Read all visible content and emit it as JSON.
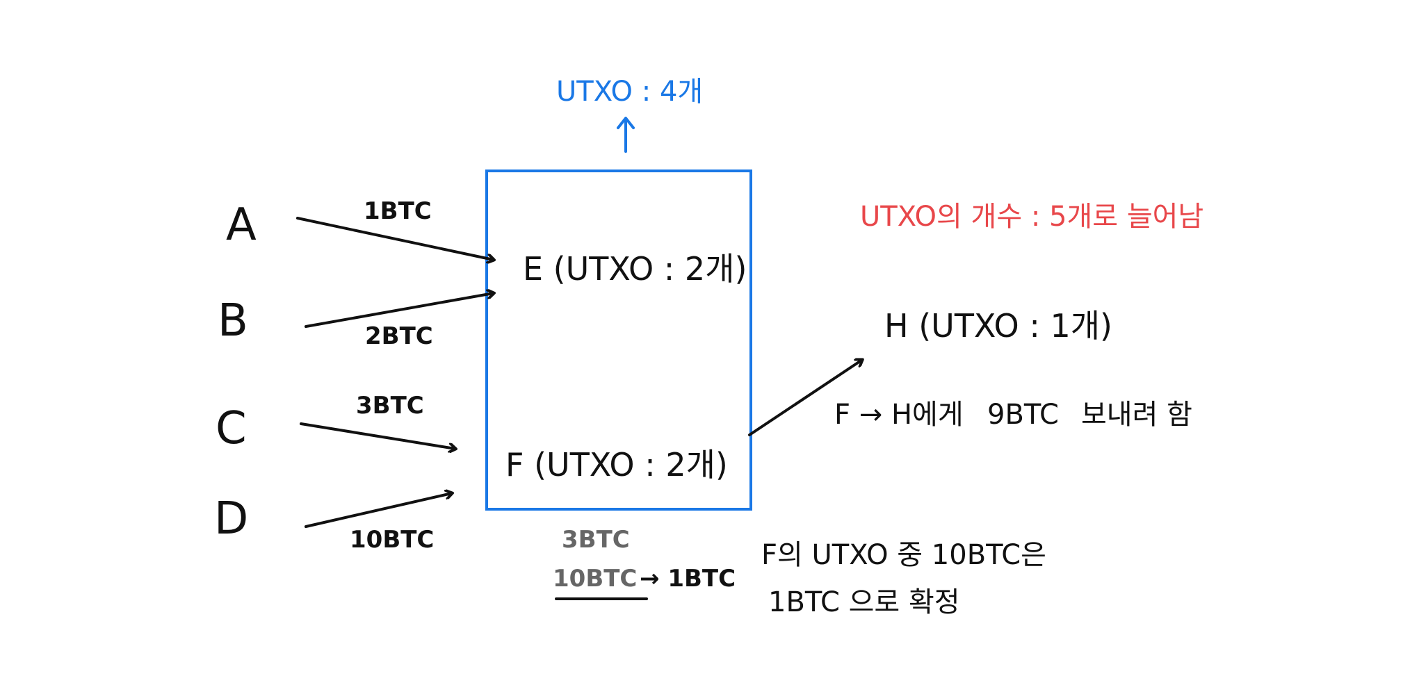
{
  "top_label": "UTXO : 4개",
  "nodes": {
    "a": "A",
    "b": "B",
    "c": "C",
    "d": "D"
  },
  "amounts": {
    "a_to_e": "1BTC",
    "b_to_e": "2BTC",
    "c_to_f": "3BTC",
    "d_to_f": "10BTC"
  },
  "box": {
    "e_label": "E (UTXO : 2개)",
    "f_label": "F (UTXO : 2개)"
  },
  "right": {
    "utxo_count_note": "UTXO의 개수 : 5개로 늘어남",
    "h_label": "H (UTXO : 1개)",
    "send_note_1": "F → H에게",
    "send_note_2": "9BTC",
    "send_note_3": "보내려 함"
  },
  "bottom": {
    "f_utxo_small": "3BTC",
    "f_utxo_large": "10BTC",
    "arrow_result": "→ 1BTC",
    "confirm_line1": "F의 UTXO 중 10BTC은",
    "confirm_line2": "1BTC 으로 확정"
  },
  "colors": {
    "accent_blue": "#1a78e6",
    "accent_red": "#e8474a",
    "ink": "#111111",
    "muted": "#666666"
  }
}
